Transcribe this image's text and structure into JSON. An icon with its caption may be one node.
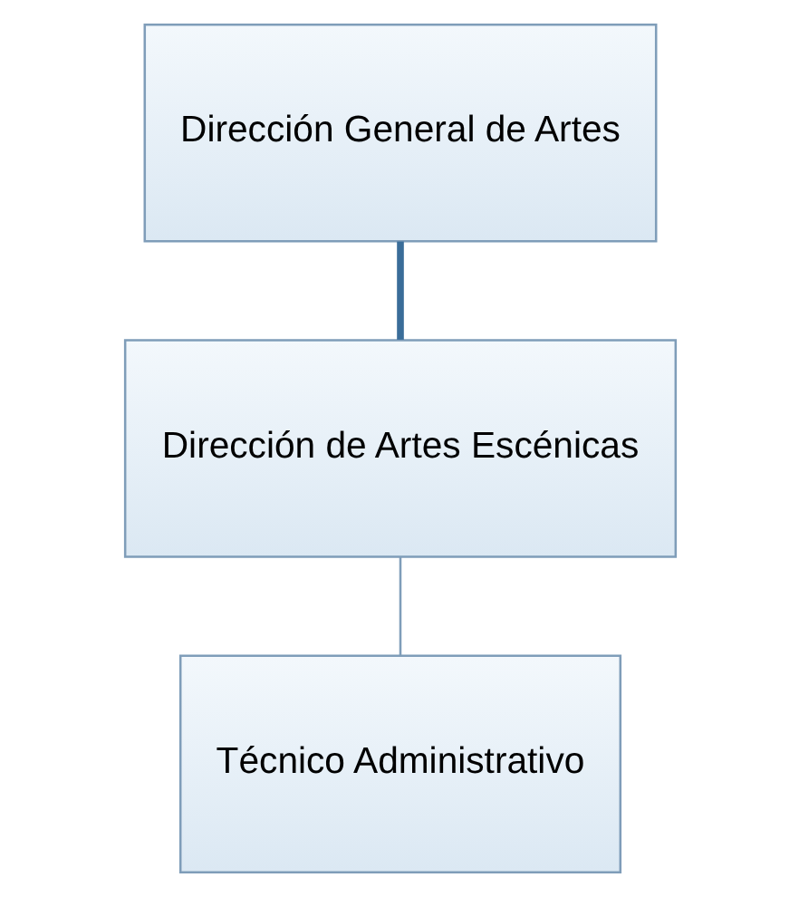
{
  "diagram": {
    "nodes": [
      {
        "text": [
          "Dirección General de Artes"
        ]
      },
      {
        "text": [
          "Dirección de Artes Escénicas"
        ]
      },
      {
        "text": [
          "Técnico Administrativo"
        ]
      }
    ],
    "edges": [
      {
        "from": 0,
        "to": 1,
        "arrow": "none",
        "style": "thick",
        "color": "#3a6d99"
      },
      {
        "from": 1,
        "to": 2,
        "arrow": "none"
      }
    ]
  }
}
